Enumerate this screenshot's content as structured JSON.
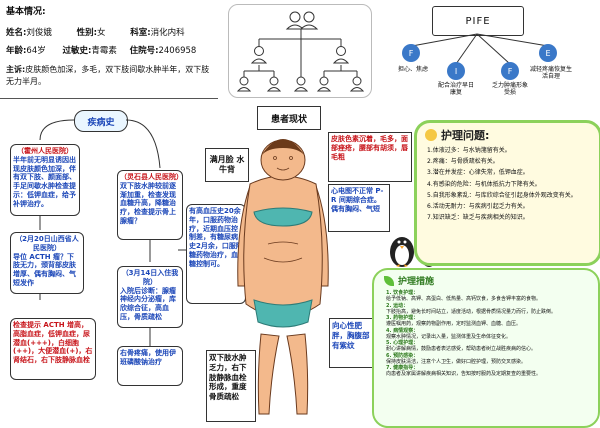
{
  "basic_info": {
    "title": "基本情况:",
    "row1": {
      "name_label": "姓名:",
      "name_value": "刘俊娥",
      "gender_label": "性别:",
      "gender_value": "女",
      "dept_label": "科室:",
      "dept_value": "消化内科"
    },
    "row2": {
      "age_label": "年龄:",
      "age_value": "64岁",
      "allergy_label": "过敏史:",
      "allergy_value": "青霉素",
      "bed_label": "住院号:",
      "bed_value": "2406958"
    },
    "complaint_label": "主诉:",
    "complaint_value": "皮肤颜色加深，多毛，双下肢间歇水肿半年，双下肢无力半月。"
  },
  "family": {
    "pife_label": "PIFE",
    "nodes": [
      {
        "letter": "F",
        "caption": "担心、焦虑"
      },
      {
        "letter": "I",
        "caption": "配合治疗早日康复"
      },
      {
        "letter": "F",
        "caption": "乏力肿痛形象受损"
      },
      {
        "letter": "E",
        "caption": "减轻疼痛恢复生活自理"
      }
    ]
  },
  "history": {
    "title": "疾病史",
    "b1_title": "（霍州人民医院）",
    "b1_text": "半年前无明显诱因出现皮肤颜色加深，伴有双下肢、颜面部、手足间歇水肿检查提示：低钾血症，给予补钾治疗。",
    "b2_title": "（2月20日山西省人民医院）",
    "b2_text": "导位 ACTH 瘤？下肢无力，颈背部皮肤增厚、偶有胸闷、气短发作",
    "b3_text": "检查提示 ACTH 增高，高脂血症，低钾血症，尿潜血(+++)，白细胞(++)，大便潜血(+)，右肾结石，右下肢静脉血栓",
    "b4_title": "（灵石县人民医院）",
    "b4_text": "双下肢水肿较前逐渐加重，检查发现血糖升高，降糖治疗，检查提示骨上腺瘤？",
    "b5_title": "（3月14日入住我院）",
    "b5_text": "入院后诊断：腺瘤神经内分泌瘤，库欣综合征，高血压，骨质疏松",
    "b6_text": "右骨疼痛，使用伊班磷酸钠治疗",
    "b7_text": "有高血压史20余年，口服药物治疗，近期血压控制差，有糖尿病史2月余，口服降糖药物治疗，血糖控制可。"
  },
  "patient": {
    "title": "患者现状",
    "face_label": "满月脸 水牛背",
    "skin_text": "皮肤色素沉着，毛多，面部痤疮，腰部有胡须，唇毛粗",
    "heart_text": "心电图不正常 P-R 间期综合症。偶有胸闷、气短",
    "center_text": "向心性肥胖，胸腹部有紫纹",
    "legs_text": "双下肢水肿乏力，右下肢静脉血栓形成，重度骨质疏松"
  },
  "problems": {
    "title": "护理问题:",
    "items": [
      "1.体液过多：与水钠潴留有关。",
      "2.疼痛：与骨质疏松有关。",
      "3.潜在并发症：心律失常，低钾血症。",
      "4.有感染的危险：与机体抵抗力下降有关。",
      "5.自我形象紊乱：与库欣综合征引起身体外观改变有关。",
      "6.活动无耐力：与疾病引起乏力有关。",
      "7.知识缺乏：缺乏与疾病相关的知识。"
    ]
  },
  "measures": {
    "title": "护理措施",
    "items": [
      "1. 饮食护理：",
      "给予低钠、高钾、高蛋白、低热量、高钙饮食，多食含钾丰富的食物。",
      "2. 运动：",
      "下肢抬高，避免长时间站立，适度活动，根据骨质情况量力而行，防止跌倒。",
      "3. 药物护理：",
      "遵医嘱用药，观察药物副作用，定时监测血钾、血糖、血压。",
      "4. 病情观察：",
      "观察水肿情况，记录出入量，监测体重及生命体征变化。",
      "5. 心理护理：",
      "耐心讲解病情，鼓励患者表达感受，帮助患者树立战胜疾病的信心。",
      "6. 预防感染：",
      "保持皮肤清洁，注意个人卫生，做好口腔护理，预防交叉感染。",
      "7. 健康指导：",
      "向患者及家属讲解疾病相关知识，告知按时服药及定期复查的重要性。"
    ]
  }
}
